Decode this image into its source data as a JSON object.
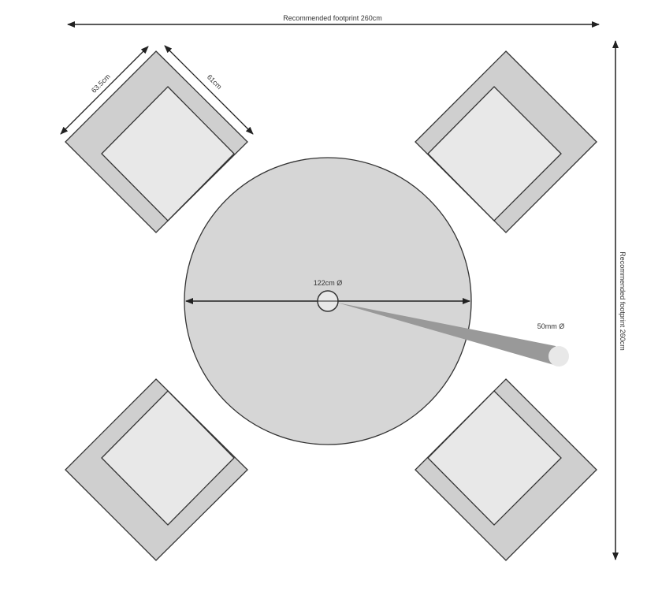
{
  "dimensions": {
    "footprint_width": "Recommended footprint 260cm",
    "footprint_depth": "Recommended footprint 260cm",
    "chair_width": "63.5cm",
    "chair_depth": "61cm",
    "table_diameter": "122cm Ø",
    "parasol_hole": "50mm Ø"
  },
  "colors": {
    "chair_frame": "#cfcfcf",
    "chair_cushion": "#e8e8e8",
    "table": "#d6d6d6",
    "stroke": "#333333"
  }
}
